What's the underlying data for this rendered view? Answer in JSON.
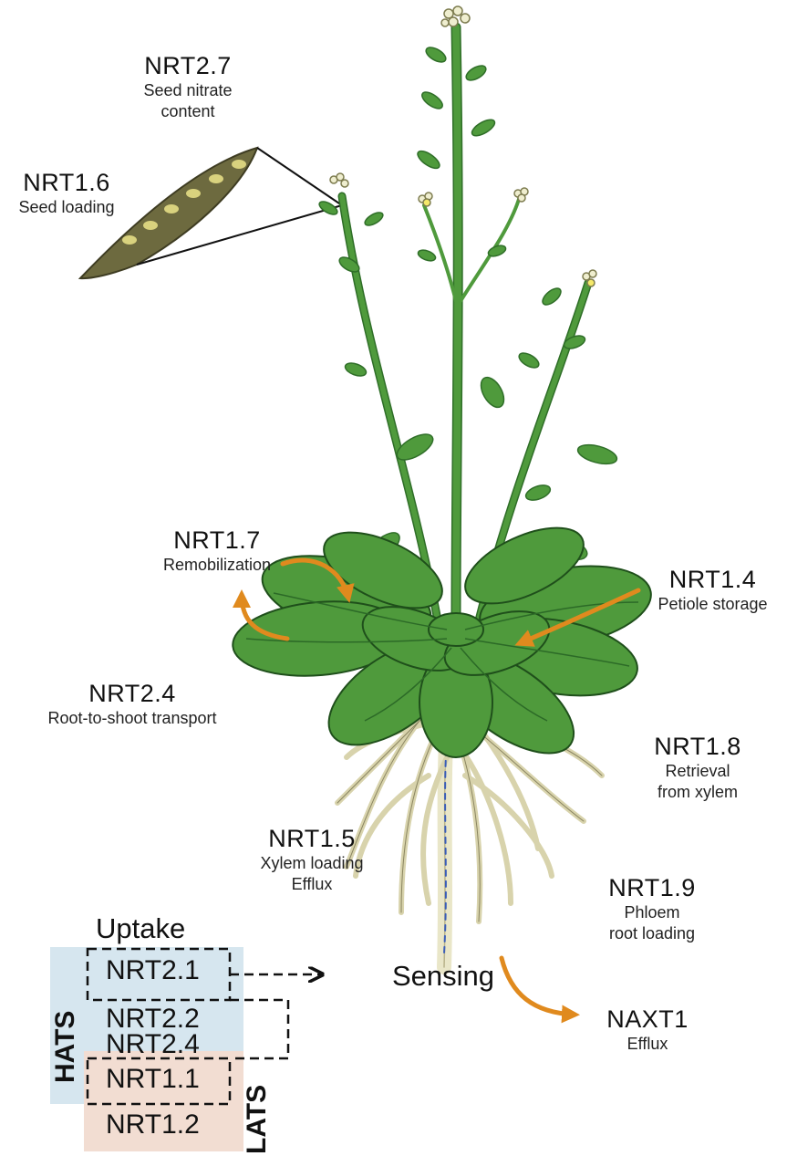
{
  "labels": {
    "nrt27": {
      "gene": "NRT2.7",
      "desc1": "Seed nitrate",
      "desc2": "content"
    },
    "nrt16": {
      "gene": "NRT1.6",
      "desc1": "Seed loading"
    },
    "nrt17": {
      "gene": "NRT1.7",
      "desc1": "Remobilization"
    },
    "nrt14": {
      "gene": "NRT1.4",
      "desc1": "Petiole storage"
    },
    "nrt24": {
      "gene": "NRT2.4",
      "desc1": "Root-to-shoot transport"
    },
    "nrt18": {
      "gene": "NRT1.8",
      "desc1": "Retrieval",
      "desc2": "from xylem"
    },
    "nrt15": {
      "gene": "NRT1.5",
      "desc1": "Xylem loading",
      "desc2": "Efflux"
    },
    "nrt19": {
      "gene": "NRT1.9",
      "desc1": "Phloem",
      "desc2": "root loading"
    },
    "naxt1": {
      "gene": "NAXT1",
      "desc1": "Efflux"
    }
  },
  "sensing": "Sensing",
  "uptake": {
    "title": "Uptake",
    "hats": "HATS",
    "lats": "LATS",
    "genes": [
      "NRT2.1",
      "NRT2.2",
      "NRT2.4",
      "NRT1.1",
      "NRT1.2"
    ]
  },
  "colors": {
    "hats_bg": "#d6e6ef",
    "lats_bg": "#f2ddd2",
    "arrow": "#e08a1e",
    "leaf": "#4f9a3c",
    "stem": "#3f8a35",
    "root": "#e9e6c8"
  }
}
